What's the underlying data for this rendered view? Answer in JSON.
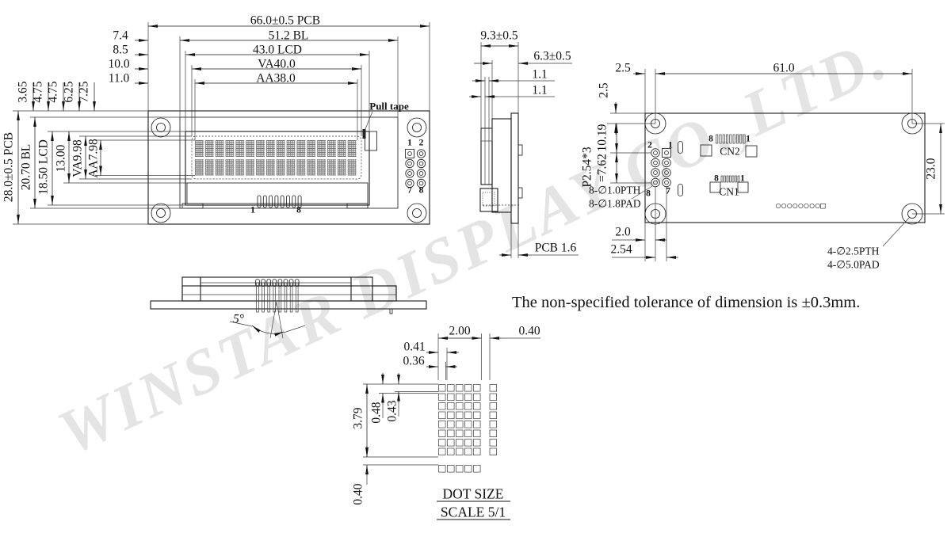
{
  "watermark": "WINSTAR DISPLAY CO.,LTD.",
  "note": "The non-specified tolerance of dimension is ±0.3mm.",
  "front": {
    "dim_pcb_w": "66.0±0.5 PCB",
    "off_bl": "7.4",
    "dim_bl": "51.2 BL",
    "off_lcd": "8.5",
    "dim_lcd": "43.0 LCD",
    "off_va": "10.0",
    "dim_va": "VA40.0",
    "off_aa": "11.0",
    "dim_aa": "AA38.0",
    "vdims": [
      "3.65",
      "4.75",
      "4.75",
      "6.25",
      "7.25"
    ],
    "dim_pcb_h": "28.0±0.5 PCB",
    "dim_bl_h": "20.70 BL",
    "dim_lcd_h": "18.50 LCD",
    "dim_13": "13.00",
    "dim_va_h": "VA9.98",
    "dim_aa_h": "AA7.98",
    "pull_tape": "Pull tape",
    "pin_tl": "1",
    "pin_tr": "2",
    "pin_bl": "7",
    "pin_br": "8",
    "conn_1": "1",
    "conn_8": "8"
  },
  "side": {
    "dim_total": "9.3±0.5",
    "dim_front": "6.3±0.5",
    "dim_t1": "1.1",
    "dim_t2": "1.1",
    "dim_pcb": "PCB 1.6"
  },
  "rear": {
    "dim_25h": "2.5",
    "dim_61": "61.0",
    "dim_25v": "2.5",
    "dim_1019": "10.19",
    "dim_p254": "P2.54*3",
    "dim_762": "=7.62",
    "pth8": "8-∅1.0PTH",
    "pad8": "8-∅1.8PAD",
    "dim_20": "2.0",
    "dim_254": "2.54",
    "dim_23": "23.0",
    "pth4": "4-∅2.5PTH",
    "pad4": "4-∅5.0PAD",
    "cn2": "CN2",
    "cn1": "CN1",
    "cn2_8": "8",
    "cn2_1": "1",
    "cn1_8": "8",
    "cn1_1": "1",
    "pin_tl": "2",
    "pin_tr": "1",
    "pin_bl": "8",
    "pin_br": "7"
  },
  "bottom": {
    "angle": "5°"
  },
  "dot": {
    "dim_200": "2.00",
    "dim_040": "0.40",
    "dim_041": "0.41",
    "dim_036": "0.36",
    "dim_379": "3.79",
    "dim_048": "0.48",
    "dim_043": "0.43",
    "dim_040b": "0.40",
    "title": "DOT SIZE",
    "scale": "SCALE 5/1"
  }
}
